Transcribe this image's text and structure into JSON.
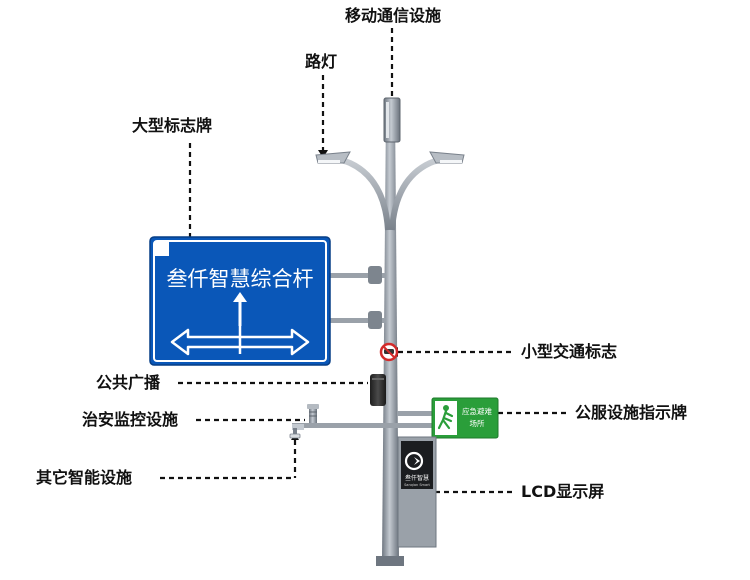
{
  "labels": {
    "mobile_comm": "移动通信设施",
    "street_light": "路灯",
    "large_sign": "大型标志牌",
    "small_traffic_sign": "小型交通标志",
    "public_broadcast": "公共广播",
    "security_monitor": "治安监控设施",
    "public_service_sign": "公服设施指示牌",
    "other_smart": "其它智能设施",
    "lcd_screen": "LCD显示屏"
  },
  "big_sign": {
    "text": "叁仟智慧综合杆",
    "color": "#0a57b8"
  },
  "green_sign": {
    "line1": "应急避难",
    "line2": "场所",
    "color": "#2a9e3a"
  },
  "lcd": {
    "brand": "叁仟智慧",
    "brand_en": "Sanqian Smart"
  },
  "colors": {
    "pole": "#8e96a0",
    "label_text": "#111111",
    "leader_line": "#111111"
  }
}
